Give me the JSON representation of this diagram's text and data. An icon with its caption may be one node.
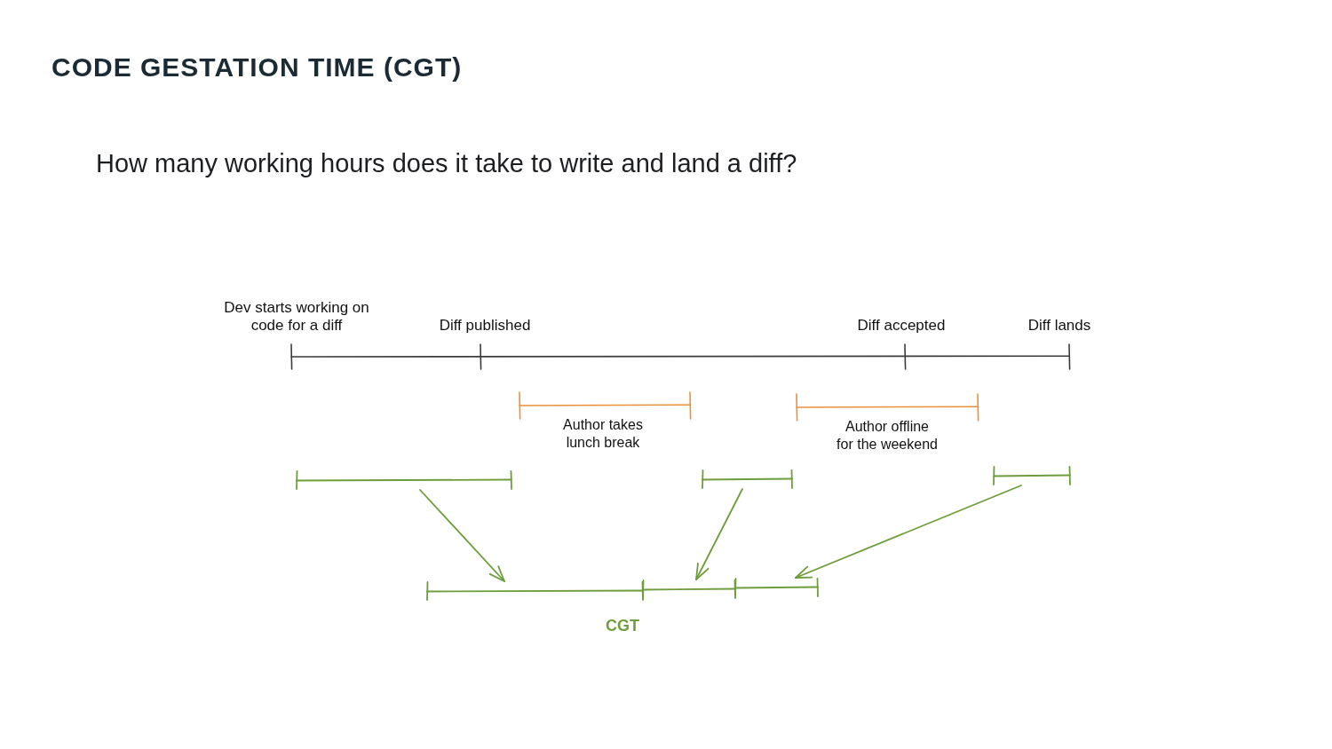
{
  "diagram": {
    "title": "CODE GESTATION TIME (CGT)",
    "nodes": [
      {
        "text": [],
        "shape": "bar"
      },
      {
        "text": [],
        "shape": "bar"
      },
      {
        "text": [],
        "shape": "bar"
      },
      {
        "text": [],
        "shape": "bar"
      },
      {
        "text": [],
        "shape": "bar"
      },
      {
        "text": [],
        "shape": "bar"
      }
    ],
    "edges": [
      {
        "from": 0,
        "to": 3,
        "arrow": "to"
      },
      {
        "from": 1,
        "to": 4,
        "arrow": "to"
      },
      {
        "from": 2,
        "to": 5,
        "arrow": "to"
      }
    ],
    "labels": [
      "How many working hours does it take to write and land a diff?",
      "Dev starts working on code for a diff",
      "Diff published",
      "Diff accepted",
      "Diff lands",
      "Author takes lunch break",
      "Author offline for the weekend",
      "CGT"
    ]
  }
}
